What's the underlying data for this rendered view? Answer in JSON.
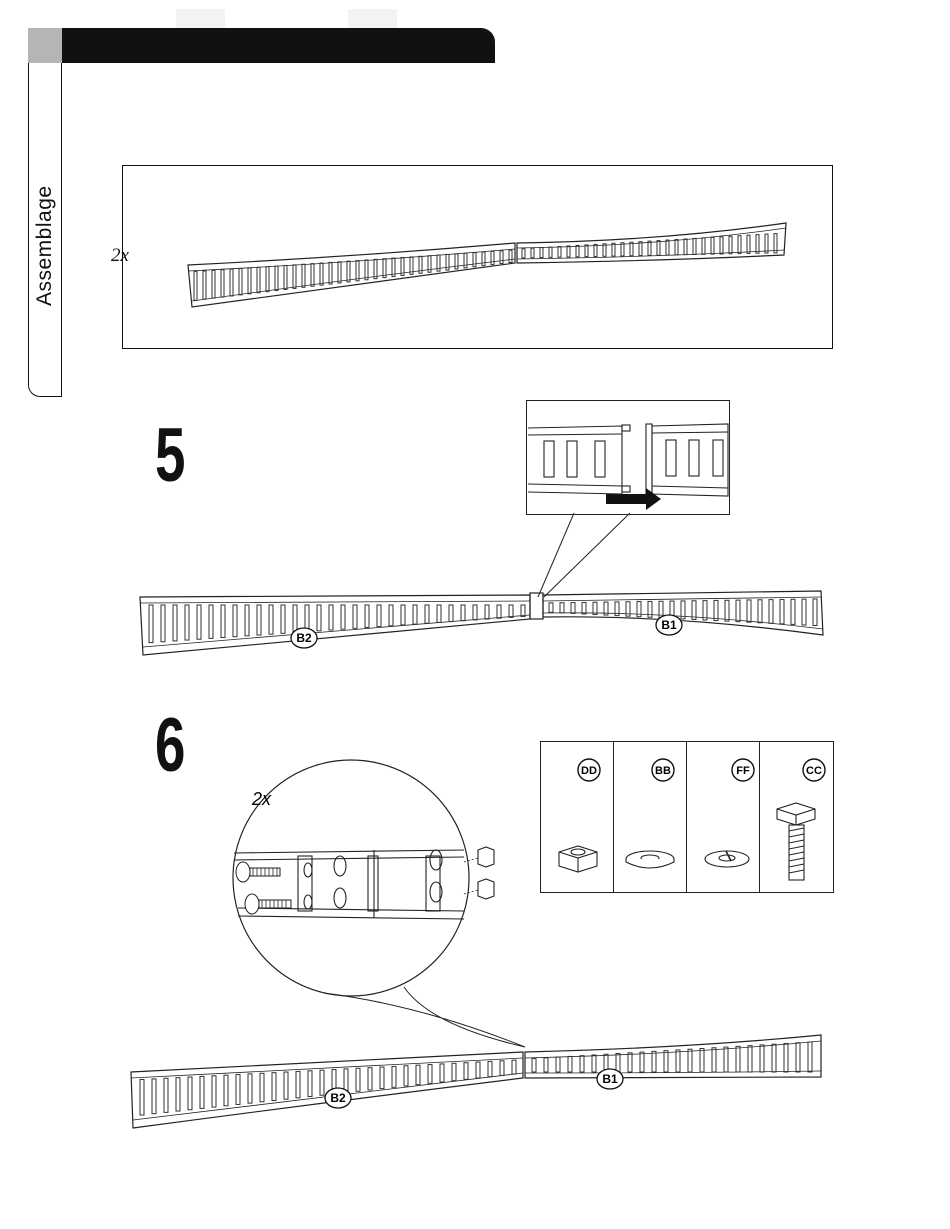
{
  "header": {
    "section_label": "Assemblage"
  },
  "overview": {
    "quantity": "2x"
  },
  "step5": {
    "number": "5",
    "part_left": "B2",
    "part_right": "B1"
  },
  "step6": {
    "number": "6",
    "quantity": "2x",
    "part_left": "B2",
    "part_right": "B1",
    "hardware": [
      {
        "code": "DD",
        "icon": "hex-nut-icon"
      },
      {
        "code": "BB",
        "icon": "flat-washer-icon"
      },
      {
        "code": "FF",
        "icon": "lock-washer-icon"
      },
      {
        "code": "CC",
        "icon": "hex-bolt-icon"
      }
    ]
  }
}
